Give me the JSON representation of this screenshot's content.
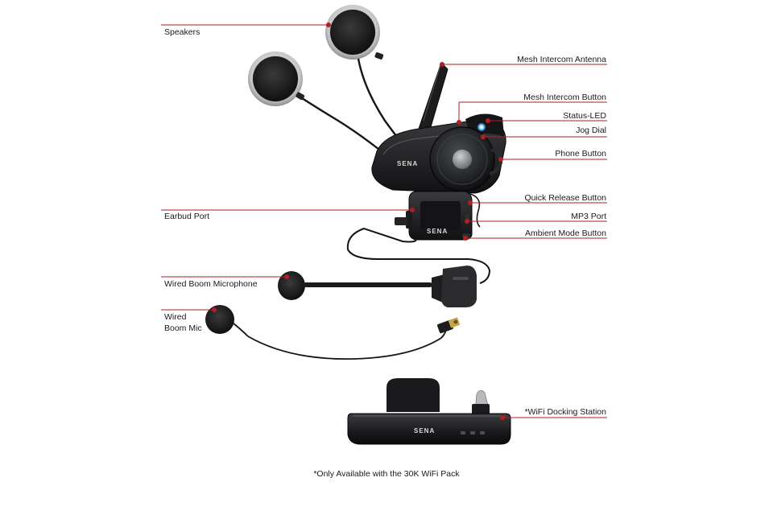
{
  "labels": {
    "speakers": "Speakers",
    "antenna": "Mesh Intercom Antenna",
    "mesh_button": "Mesh Intercom Button",
    "status_led": "Status-LED",
    "jog_dial": "Jog Dial",
    "phone_button": "Phone Button",
    "quick_release": "Quick Release Button",
    "earbud_port": "Earbud Port",
    "mp3_port": "MP3 Port",
    "ambient_mode": "Ambient Mode Button",
    "boom_microphone": "Wired Boom Microphone",
    "boom_mic_line1": "Wired",
    "boom_mic_line2": "Boom Mic",
    "docking_station": "*WiFi Docking Station"
  },
  "brand": {
    "logo_text": "SENA"
  },
  "footnote": "*Only Available with the 30K WiFi Pack",
  "colors": {
    "leader_line": "#b11f24",
    "device_body": "#1b1b1d",
    "text": "#1a1a1a"
  }
}
